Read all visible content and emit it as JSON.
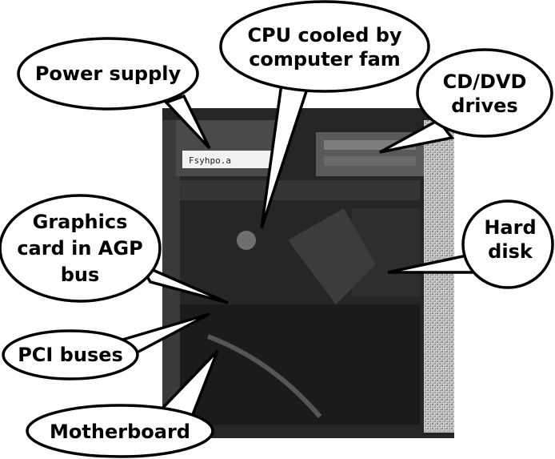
{
  "diagram": {
    "photo": {
      "subject": "computer-case-interior-photo",
      "psu_strip_text": "Fsyhpo.a"
    },
    "callouts": {
      "power_supply": "Power supply",
      "cpu_line1": "CPU cooled by",
      "cpu_line2": "computer fam",
      "cddvd_line1": "CD/DVD",
      "cddvd_line2": "drives",
      "graphics_line1": "Graphics",
      "graphics_line2": "card in AGP",
      "graphics_line3": "bus",
      "hard_line1": "Hard",
      "hard_line2": "disk",
      "pci": "PCI buses",
      "motherboard": "Motherboard"
    },
    "colors": {
      "ink": "#000000",
      "paper": "#ffffff",
      "case_dark": "#1e1e1e",
      "case_panel": "#bdbdbd"
    }
  }
}
